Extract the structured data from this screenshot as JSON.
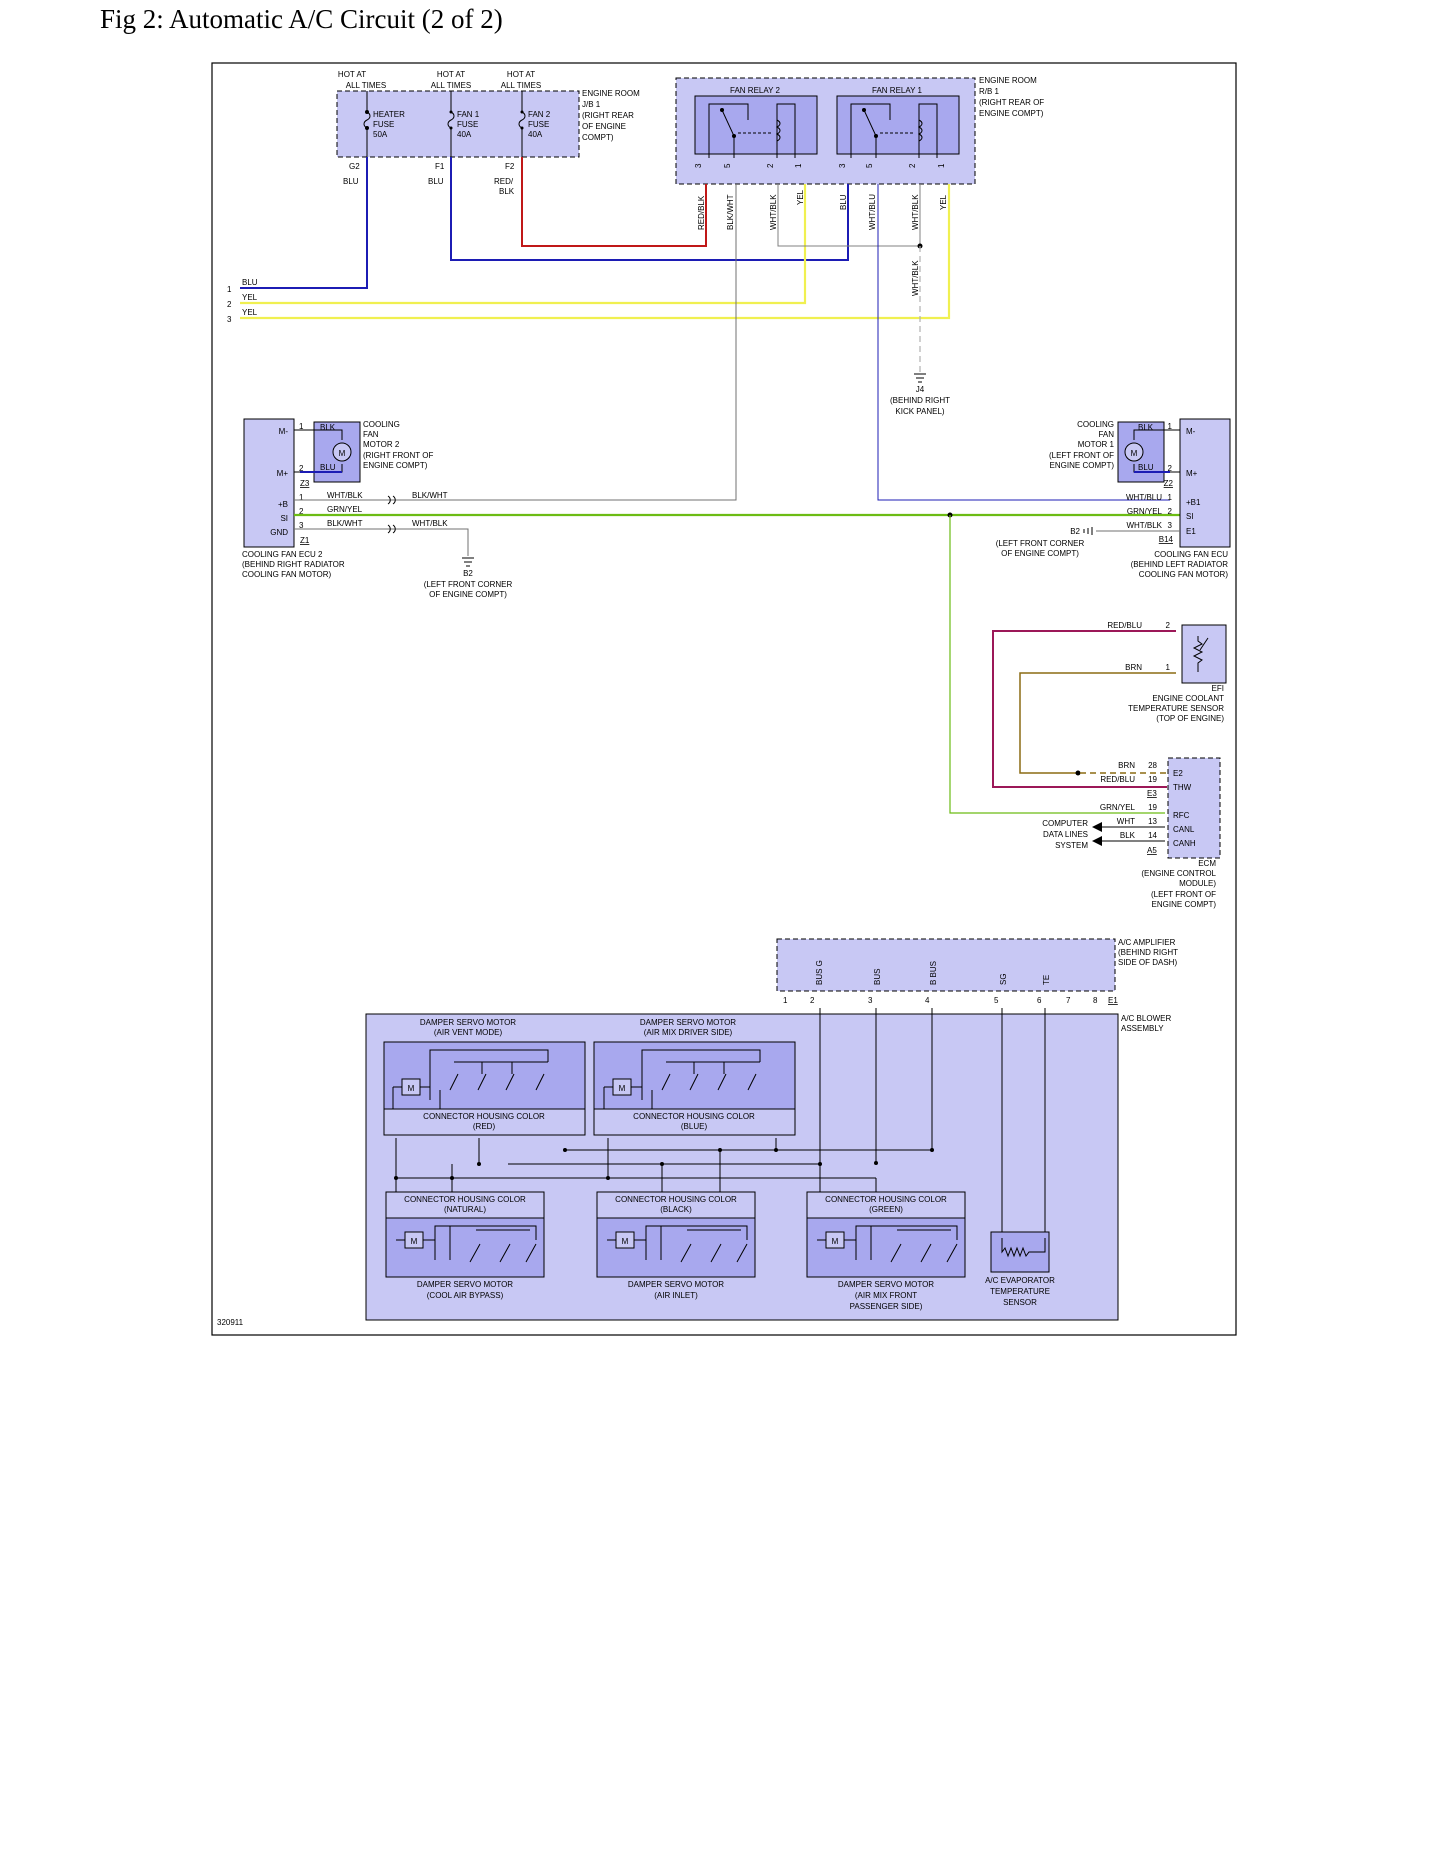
{
  "title": "Fig 2: Automatic A/C Circuit (2 of 2)",
  "figure_id": "320911",
  "colors": {
    "blu": "#1c1cb4",
    "yel": "#f0f050",
    "red": "#c01818",
    "grn": "#6cbc14",
    "brn": "#8c6c14",
    "redblu": "#9c1858",
    "gray": "#808080",
    "fill": "#c8c8f4",
    "fill_dark": "#a8a8ee"
  },
  "fuses": {
    "hot": "HOT AT",
    "at_all": "ALL TIMES",
    "heater": [
      "HEATER",
      "FUSE",
      "50A"
    ],
    "fan1": [
      "FAN 1",
      "FUSE",
      "40A"
    ],
    "fan2": [
      "FAN 2",
      "FUSE",
      "40A"
    ],
    "jb_label": [
      "ENGINE ROOM",
      "J/B 1",
      "(RIGHT REAR",
      "OF ENGINE",
      "COMPT)"
    ],
    "terminals": [
      "G2",
      "F1",
      "F2"
    ],
    "wires": [
      "BLU",
      "BLU",
      "RED/",
      "BLK"
    ]
  },
  "relays": {
    "relay2": "FAN RELAY 2",
    "relay1": "FAN RELAY 1",
    "rb_label": [
      "ENGINE ROOM",
      "R/B 1",
      "(RIGHT REAR OF",
      "ENGINE COMPT)"
    ],
    "pins_relay2": [
      "3",
      "5",
      "2",
      "1"
    ],
    "pins_relay1": [
      "3",
      "5",
      "2",
      "1"
    ],
    "wires_relay2": [
      "RED/BLK",
      "BLK/WHT",
      "WHT/BLK",
      "YEL"
    ],
    "wires_relay1": [
      "BLU",
      "WHT/BLU",
      "WHT/BLK",
      "YEL"
    ],
    "vertical_wire": "WHT/BLK"
  },
  "left_inputs": {
    "wires": [
      "BLU",
      "YEL",
      "YEL"
    ],
    "numbers": [
      "1",
      "2",
      "3"
    ]
  },
  "ground_j4": [
    "J4",
    "(BEHIND RIGHT",
    "KICK PANEL)"
  ],
  "fan_motor2": {
    "label": [
      "COOLING",
      "FAN",
      "MOTOR 2",
      "(RIGHT FRONT OF",
      "ENGINE COMPT)"
    ],
    "wires": [
      "BLK",
      "BLU"
    ],
    "motor": "M"
  },
  "fan_ecu2": {
    "pins_top": [
      "M-",
      "M+"
    ],
    "pin_nums_top": [
      "1",
      "2"
    ],
    "conn_top": "Z3",
    "pins": [
      "+B",
      "SI",
      "GND"
    ],
    "pin_nums": [
      "1",
      "2",
      "3"
    ],
    "conn": "Z1",
    "wires_a": [
      "WHT/BLK",
      "GRN/YEL",
      "BLK/WHT"
    ],
    "wires_b": [
      "BLK/WHT",
      "WHT/BLK"
    ],
    "label": [
      "COOLING FAN ECU 2",
      "(BEHIND RIGHT RADIATOR",
      "COOLING FAN MOTOR)"
    ]
  },
  "ground_b2_left": [
    "B2",
    "(LEFT FRONT CORNER",
    "OF ENGINE COMPT)"
  ],
  "fan_motor1": {
    "label": [
      "COOLING",
      "FAN",
      "MOTOR 1",
      "(LEFT FRONT OF",
      "ENGINE COMPT)"
    ],
    "wires": [
      "BLK",
      "BLU"
    ],
    "motor": "M"
  },
  "fan_ecu1": {
    "pins_top": [
      "M-",
      "M+"
    ],
    "pin_nums_top": [
      "1",
      "2"
    ],
    "conn_top": "Z2",
    "pins": [
      "+B1",
      "SI",
      "E1"
    ],
    "pin_nums": [
      "1",
      "2",
      "3"
    ],
    "conn": "B14",
    "wires": [
      "WHT/BLU",
      "GRN/YEL",
      "WHT/BLK"
    ],
    "label": [
      "COOLING FAN ECU",
      "(BEHIND LEFT RADIATOR",
      "COOLING FAN MOTOR)"
    ]
  },
  "ground_b2_right": [
    "B2",
    "(LEFT FRONT CORNER",
    "OF ENGINE COMPT)"
  ],
  "coolant_sensor": {
    "wires": [
      "RED/BLU",
      "BRN"
    ],
    "pins": [
      "2",
      "1"
    ],
    "label": [
      "EFI",
      "ENGINE COOLANT",
      "TEMPERATURE SENSOR",
      "(TOP OF ENGINE)"
    ]
  },
  "ecm": {
    "rows": [
      {
        "wire": "BRN",
        "num": "28",
        "pin": "E2"
      },
      {
        "wire": "RED/BLU",
        "num": "19",
        "pin": "THW"
      },
      {
        "wire": "GRN/YEL",
        "num": "19",
        "pin": "RFC"
      },
      {
        "wire": "WHT",
        "num": "13",
        "pin": "CANL"
      },
      {
        "wire": "BLK",
        "num": "14",
        "pin": "CANH"
      }
    ],
    "conn_a": "E3",
    "conn_b": "A5",
    "data_lines": [
      "COMPUTER",
      "DATA LINES",
      "SYSTEM"
    ],
    "label": [
      "ECM",
      "(ENGINE CONTROL",
      "MODULE)",
      "(LEFT FRONT OF",
      "ENGINE COMPT)"
    ]
  },
  "amplifier": {
    "pins": [
      "BUS G",
      "BUS",
      "B BUS",
      "SG",
      "TE"
    ],
    "nums": [
      "1",
      "2",
      "3",
      "4",
      "5",
      "6",
      "7",
      "8"
    ],
    "conn": "E1",
    "label": [
      "A/C AMPLIFIER",
      "(BEHIND RIGHT",
      "SIDE OF DASH)"
    ]
  },
  "blower": {
    "label": [
      "A/C BLOWER",
      "ASSEMBLY"
    ],
    "servo_top": [
      {
        "title": [
          "DAMPER SERVO MOTOR",
          "(AIR VENT MODE)"
        ],
        "housing": [
          "CONNECTOR HOUSING COLOR",
          "(RED)"
        ]
      },
      {
        "title": [
          "DAMPER SERVO MOTOR",
          "(AIR MIX DRIVER SIDE)"
        ],
        "housing": [
          "CONNECTOR HOUSING COLOR",
          "(BLUE)"
        ]
      }
    ],
    "servo_bottom": [
      {
        "title": [
          "DAMPER SERVO MOTOR",
          "(COOL AIR BYPASS)"
        ],
        "housing": [
          "CONNECTOR HOUSING COLOR",
          "(NATURAL)"
        ]
      },
      {
        "title": [
          "DAMPER SERVO MOTOR",
          "(AIR INLET)"
        ],
        "housing": [
          "CONNECTOR HOUSING COLOR",
          "(BLACK)"
        ]
      },
      {
        "title": [
          "DAMPER SERVO MOTOR",
          "(AIR MIX FRONT",
          "PASSENGER SIDE)"
        ],
        "housing": [
          "CONNECTOR HOUSING COLOR",
          "(GREEN)"
        ]
      }
    ],
    "evap": [
      "A/C EVAPORATOR",
      "TEMPERATURE",
      "SENSOR"
    ],
    "motor": "M"
  }
}
